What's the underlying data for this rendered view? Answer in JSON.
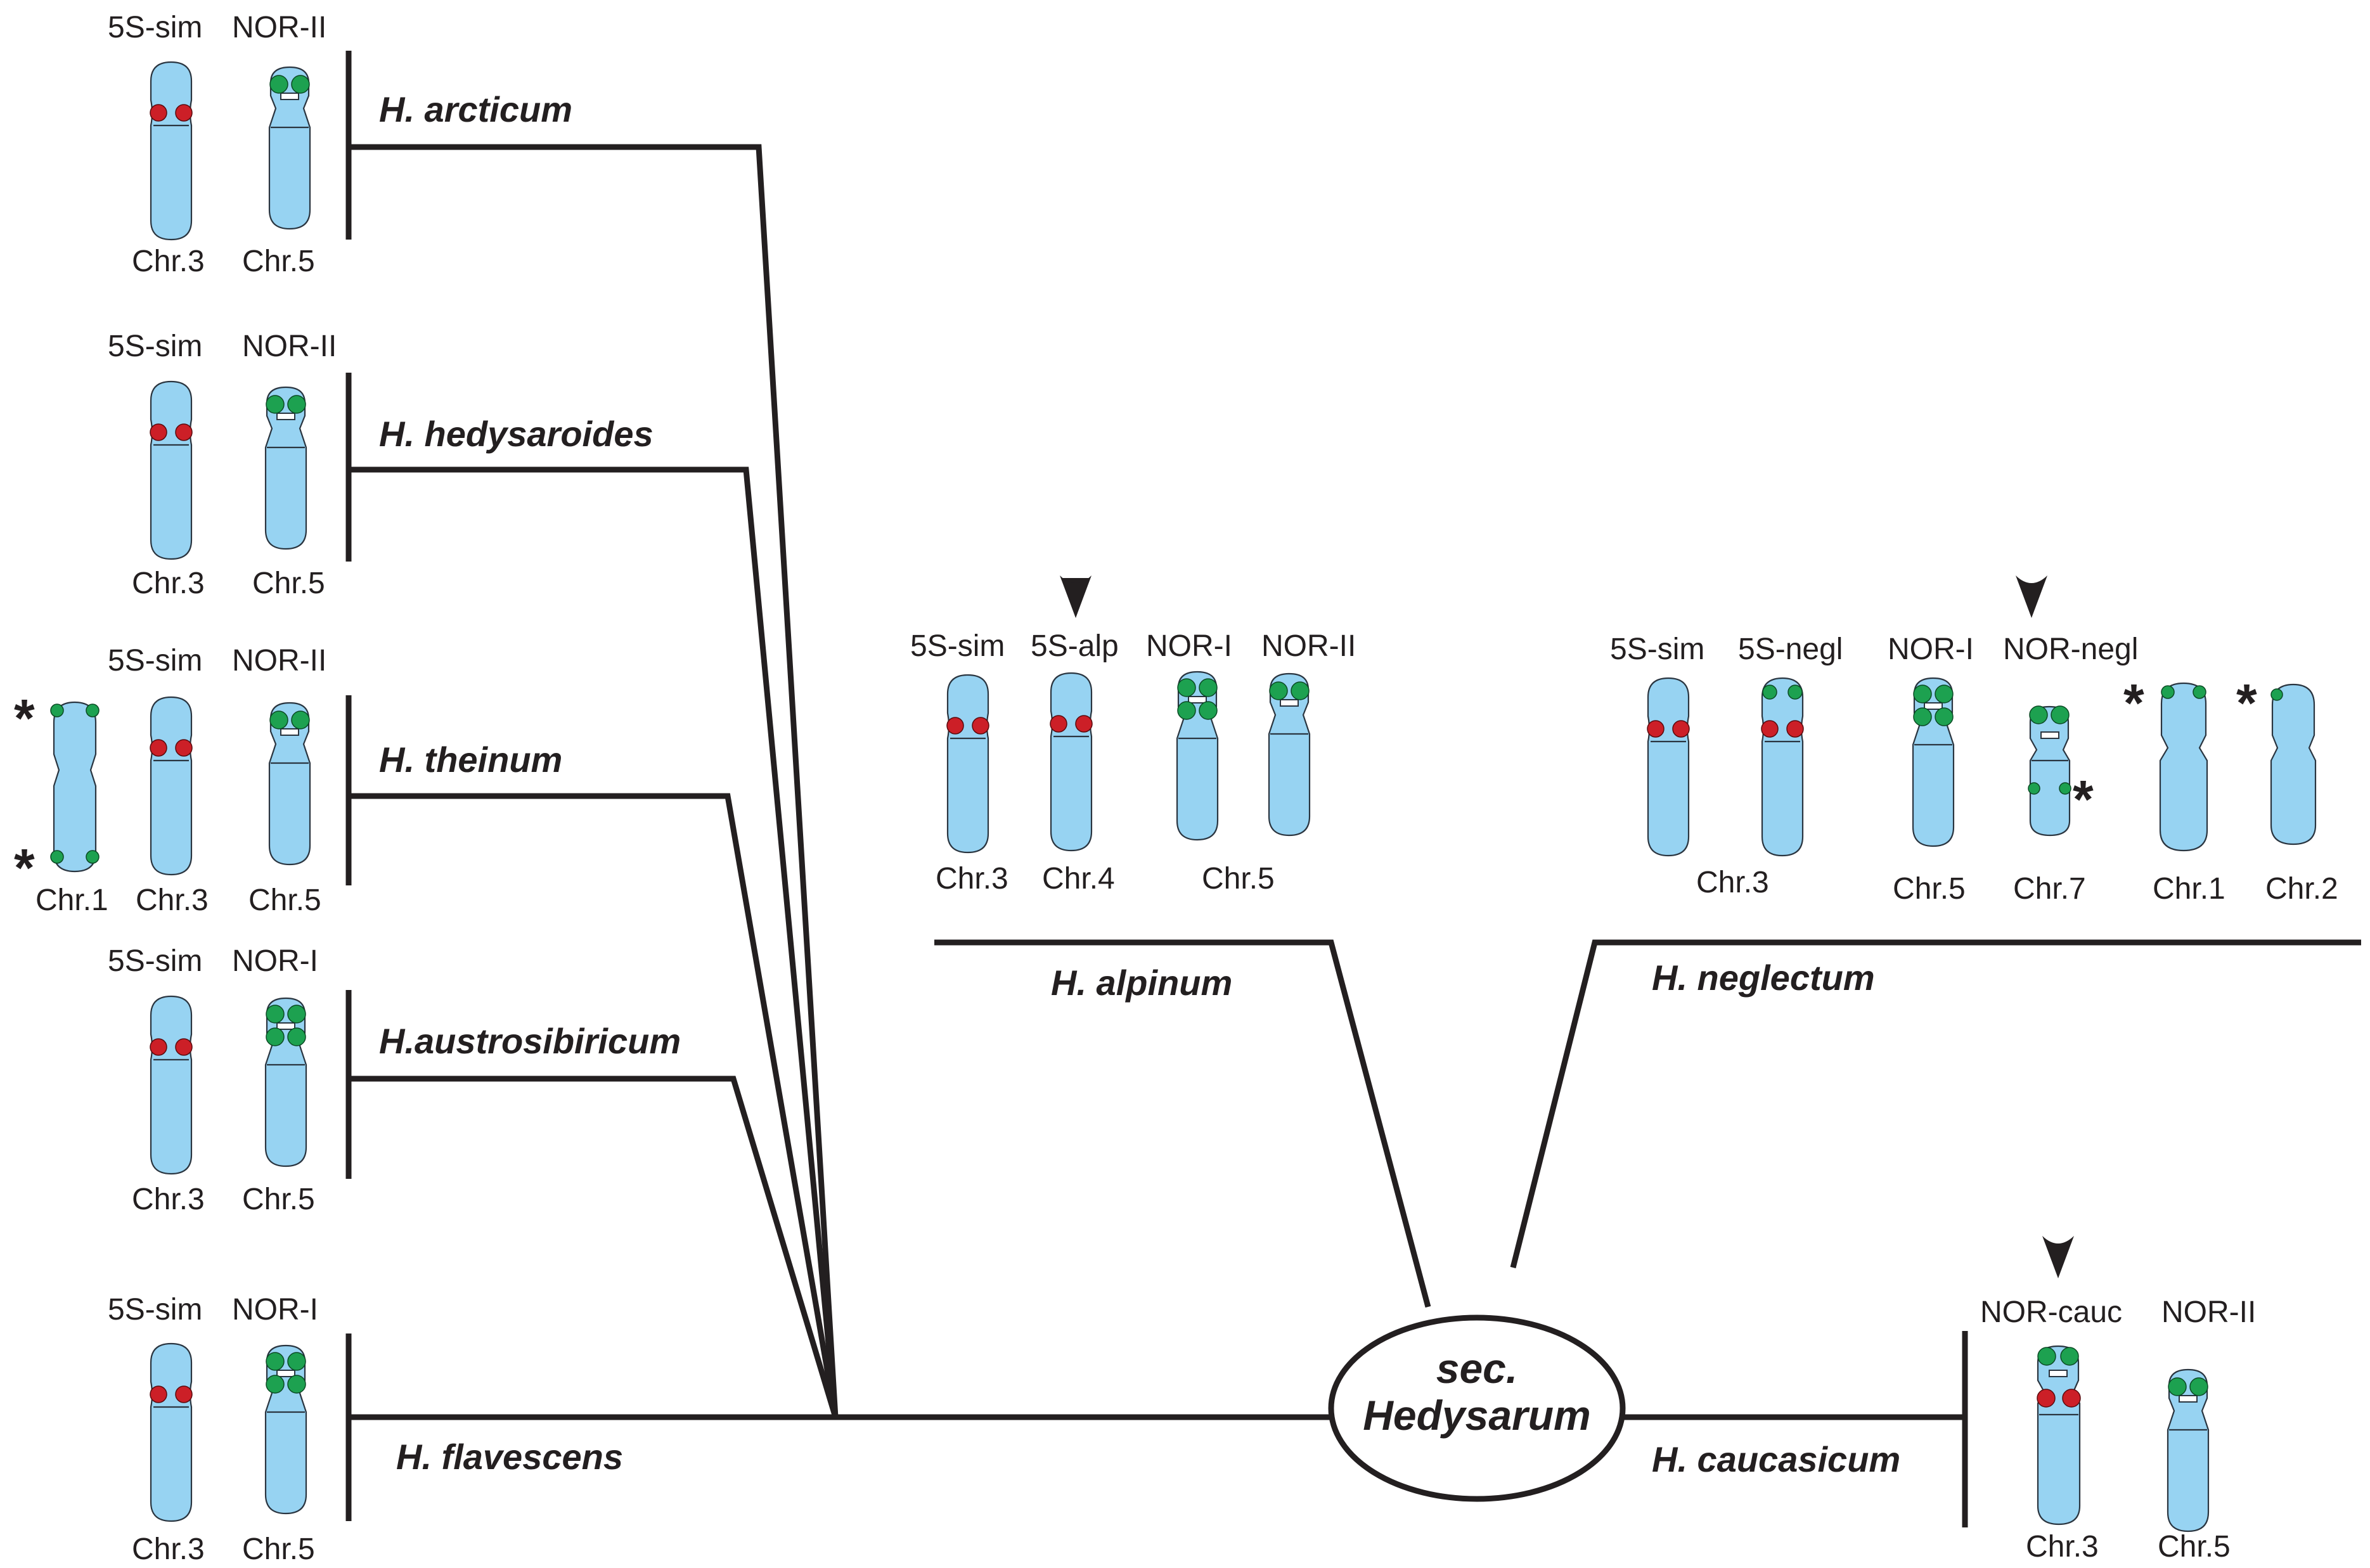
{
  "root": {
    "line1": "sec.",
    "line2": "Hedysarum"
  },
  "species": {
    "arcticum": {
      "name": "H. arcticum",
      "top": [
        "5S-sim",
        "NOR-II"
      ],
      "bottom": [
        "Chr.3",
        "Chr.5"
      ]
    },
    "hedysaroides": {
      "name": "H. hedysaroides",
      "top": [
        "5S-sim",
        "NOR-II"
      ],
      "bottom": [
        "Chr.3",
        "Chr.5"
      ]
    },
    "theinum": {
      "name": "H. theinum",
      "top": [
        "5S-sim",
        "NOR-II"
      ],
      "bottom": [
        "Chr.1",
        "Chr.3",
        "Chr.5"
      ]
    },
    "austrosibiricum": {
      "name": "H.austrosibiricum",
      "top": [
        "5S-sim",
        "NOR-I"
      ],
      "bottom": [
        "Chr.3",
        "Chr.5"
      ]
    },
    "flavescens": {
      "name": "H. flavescens",
      "top": [
        "5S-sim",
        "NOR-I"
      ],
      "bottom": [
        "Chr.3",
        "Chr.5"
      ]
    },
    "alpinum": {
      "name": "H. alpinum",
      "top": [
        "5S-sim",
        "5S-alp",
        "NOR-I",
        "NOR-II"
      ],
      "bottom": [
        "Chr.3",
        "Chr.4",
        "Chr.5"
      ]
    },
    "neglectum": {
      "name": "H. neglectum",
      "top": [
        "5S-sim",
        "5S-negl",
        "NOR-I",
        "NOR-negl"
      ],
      "bottom": [
        "Chr.3",
        "Chr.5",
        "Chr.7",
        "Chr.1",
        "Chr.2"
      ]
    },
    "caucasicum": {
      "name": "H. caucasicum",
      "top": [
        "NOR-cauc",
        "NOR-II"
      ],
      "bottom": [
        "Chr.3",
        "Chr.5"
      ]
    }
  },
  "markers": {
    "star": "*",
    "novel_marker_symbol": "arrowhead-icon"
  },
  "colors": {
    "chromosome": "#97d3f2",
    "5S_rDNA_signal": "#cc1f27",
    "35S_rDNA_signal": "#1da150",
    "lines": "#231f20"
  }
}
